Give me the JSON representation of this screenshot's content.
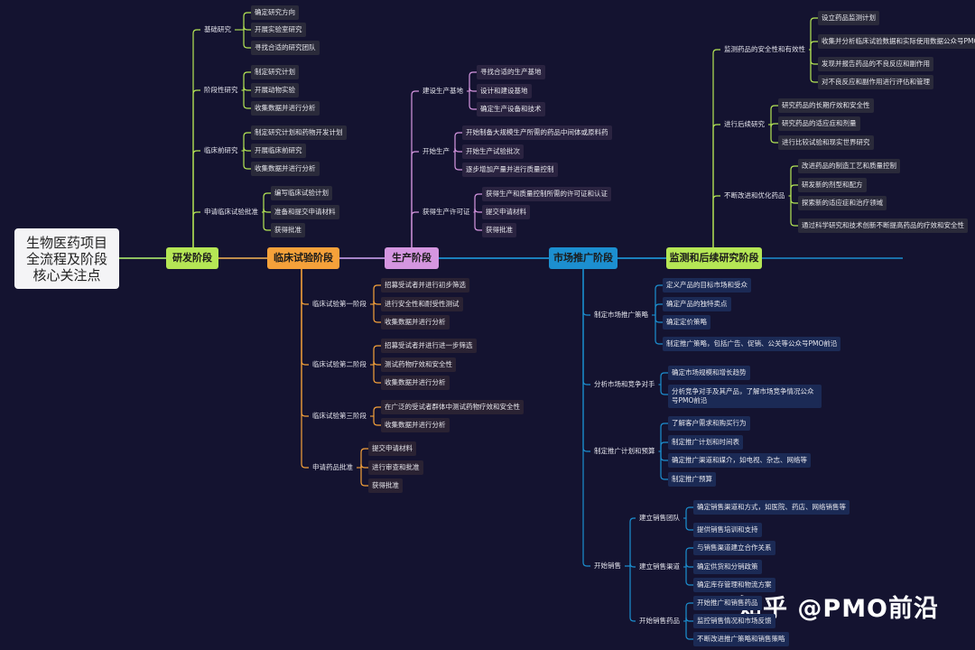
{
  "root": {
    "label": "生物医药项目全流程及阶段核心关注点"
  },
  "stages": [
    {
      "label": "研发阶段",
      "color": "#b5e655",
      "subs": [
        {
          "label": "基础研究",
          "leaves": [
            "确定研究方向",
            "开展实验室研究",
            "寻找合适的研究团队"
          ]
        },
        {
          "label": "阶段性研究",
          "leaves": [
            "制定研究计划",
            "开展动物实验",
            "收集数据并进行分析"
          ]
        },
        {
          "label": "临床前研究",
          "leaves": [
            "制定研究计划和药物开发计划",
            "开展临床前研究",
            "收集数据并进行分析"
          ]
        },
        {
          "label": "申请临床试验批准",
          "leaves": [
            "编写临床试验计划",
            "准备和提交申请材料",
            "获得批准"
          ]
        }
      ]
    },
    {
      "label": "临床试验阶段",
      "color": "#f5a13a",
      "subs": [
        {
          "label": "临床试验第一阶段",
          "leaves": [
            "招募受试者并进行初步筛选",
            "进行安全性和耐受性测试",
            "收集数据并进行分析"
          ]
        },
        {
          "label": "临床试验第二阶段",
          "leaves": [
            "招募受试者并进行进一步筛选",
            "测试药物疗效和安全性",
            "收集数据并进行分析"
          ]
        },
        {
          "label": "临床试验第三阶段",
          "leaves": [
            "在广泛的受试者群体中测试药物疗效和安全性",
            "收集数据并进行分析"
          ]
        },
        {
          "label": "申请药品批准",
          "leaves": [
            "提交申请材料",
            "进行审查和批准",
            "获得批准"
          ]
        }
      ]
    },
    {
      "label": "生产阶段",
      "color": "#d596e0",
      "subs": [
        {
          "label": "建设生产基地",
          "leaves": [
            "寻找合适的生产基地",
            "设计和建设基地",
            "确定生产设备和技术"
          ]
        },
        {
          "label": "开始生产",
          "leaves": [
            "开始制备大规模生产所需的药品中间体或原料药",
            "开始生产试验批次",
            "逐步增加产量并进行质量控制"
          ]
        },
        {
          "label": "获得生产许可证",
          "leaves": [
            "获得生产和质量控制所需的许可证和认证",
            "提交申请材料",
            "获得批准"
          ]
        }
      ]
    },
    {
      "label": "市场推广阶段",
      "color": "#1c8fd0",
      "subs": [
        {
          "label": "制定市场推广策略",
          "leaves": [
            "定义产品的目标市场和受众",
            "确定产品的独特卖点",
            "确定定价策略",
            "制定推广策略，包括广告、促销、公关等公众号PMO前沿"
          ]
        },
        {
          "label": "分析市场和竞争对手",
          "leaves": [
            "确定市场规模和增长趋势",
            "分析竞争对手及其产品，了解市场竞争情况公众号PMO前沿"
          ]
        },
        {
          "label": "制定推广计划和预算",
          "leaves": [
            "了解客户需求和购买行为",
            "制定推广计划和时间表",
            "确定推广渠道和媒介，如电视、杂志、网络等",
            "制定推广预算"
          ]
        },
        {
          "label": "开始销售",
          "groups": [
            {
              "label": "建立销售团队",
              "leaves": [
                "确定销售渠道和方式，如医院、药店、网络销售等",
                "提供销售培训和支持"
              ]
            },
            {
              "label": "建立销售渠道",
              "leaves": [
                "与销售渠道建立合作关系",
                "确定供货和分销政策",
                "确定库存管理和物流方案"
              ]
            },
            {
              "label": "开始销售药品",
              "leaves": [
                "开始推广和销售药品",
                "监控销售情况和市场反馈",
                "不断改进推广策略和销售策略"
              ]
            }
          ]
        }
      ]
    },
    {
      "label": "监测和后续研究阶段",
      "color": "#b5e655",
      "subs": [
        {
          "label": "监测药品的安全性和有效性",
          "leaves": [
            "设立药品监测计划",
            "收集并分析临床试验数据和实际使用数据公众号PMO前沿",
            "发现并报告药品的不良反应和副作用",
            "对不良反应和副作用进行评估和管理"
          ]
        },
        {
          "label": "进行后续研究",
          "leaves": [
            "研究药品的长期疗效和安全性",
            "研究药品的适应症和剂量",
            "进行比较试验和现实世界研究"
          ]
        },
        {
          "label": "不断改进和优化药品",
          "leaves": [
            "改进药品的制造工艺和质量控制",
            "研发新的剂型和配方",
            "探索新的适应症和治疗领域",
            "通过科学研究和技术创新不断提高药品的疗效和安全性"
          ]
        }
      ]
    }
  ],
  "watermark": "知乎 @PMO前沿"
}
